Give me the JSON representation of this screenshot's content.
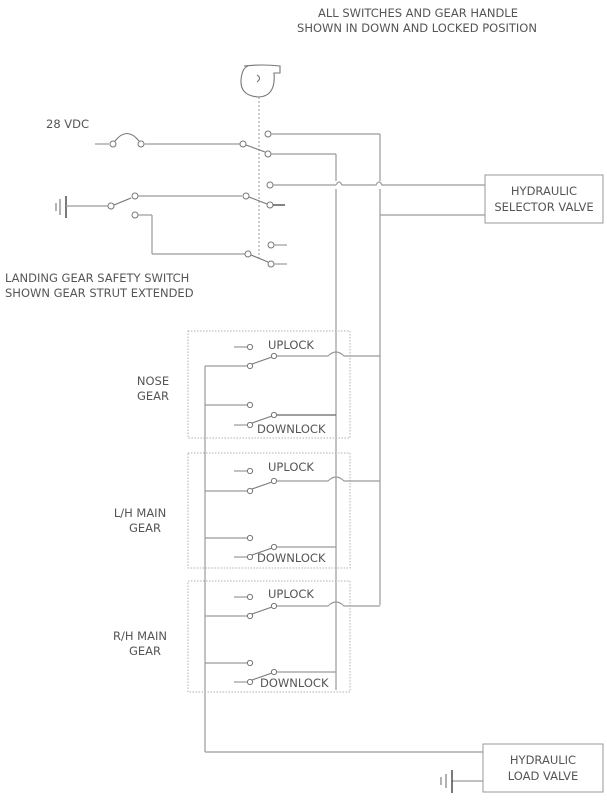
{
  "notes": {
    "top_line1": "ALL SWITCHES AND GEAR HANDLE",
    "top_line2": "SHOWN IN DOWN AND LOCKED POSITION",
    "safety_line1": "LANDING GEAR SAFETY SWITCH",
    "safety_line2": "SHOWN GEAR STRUT EXTENDED"
  },
  "supply": {
    "label": "28 VDC"
  },
  "valves": {
    "selector": {
      "line1": "HYDRAULIC",
      "line2": "SELECTOR VALVE"
    },
    "load": {
      "line1": "HYDRAULIC",
      "line2": "LOAD VALVE"
    }
  },
  "gear_groups": [
    {
      "name_line1": "NOSE",
      "name_line2": "GEAR",
      "uplock": "UPLOCK",
      "downlock": "DOWNLOCK"
    },
    {
      "name_line1": "L/H MAIN",
      "name_line2": "GEAR",
      "uplock": "UPLOCK",
      "downlock": "DOWNLOCK"
    },
    {
      "name_line1": "R/H MAIN",
      "name_line2": "GEAR",
      "uplock": "UPLOCK",
      "downlock": "DOWNLOCK"
    }
  ],
  "icons": {
    "gear_handle": "gear-handle-icon",
    "circuit_breaker": "circuit-breaker-icon",
    "ground": "ground-icon",
    "switch": "switch-icon"
  }
}
